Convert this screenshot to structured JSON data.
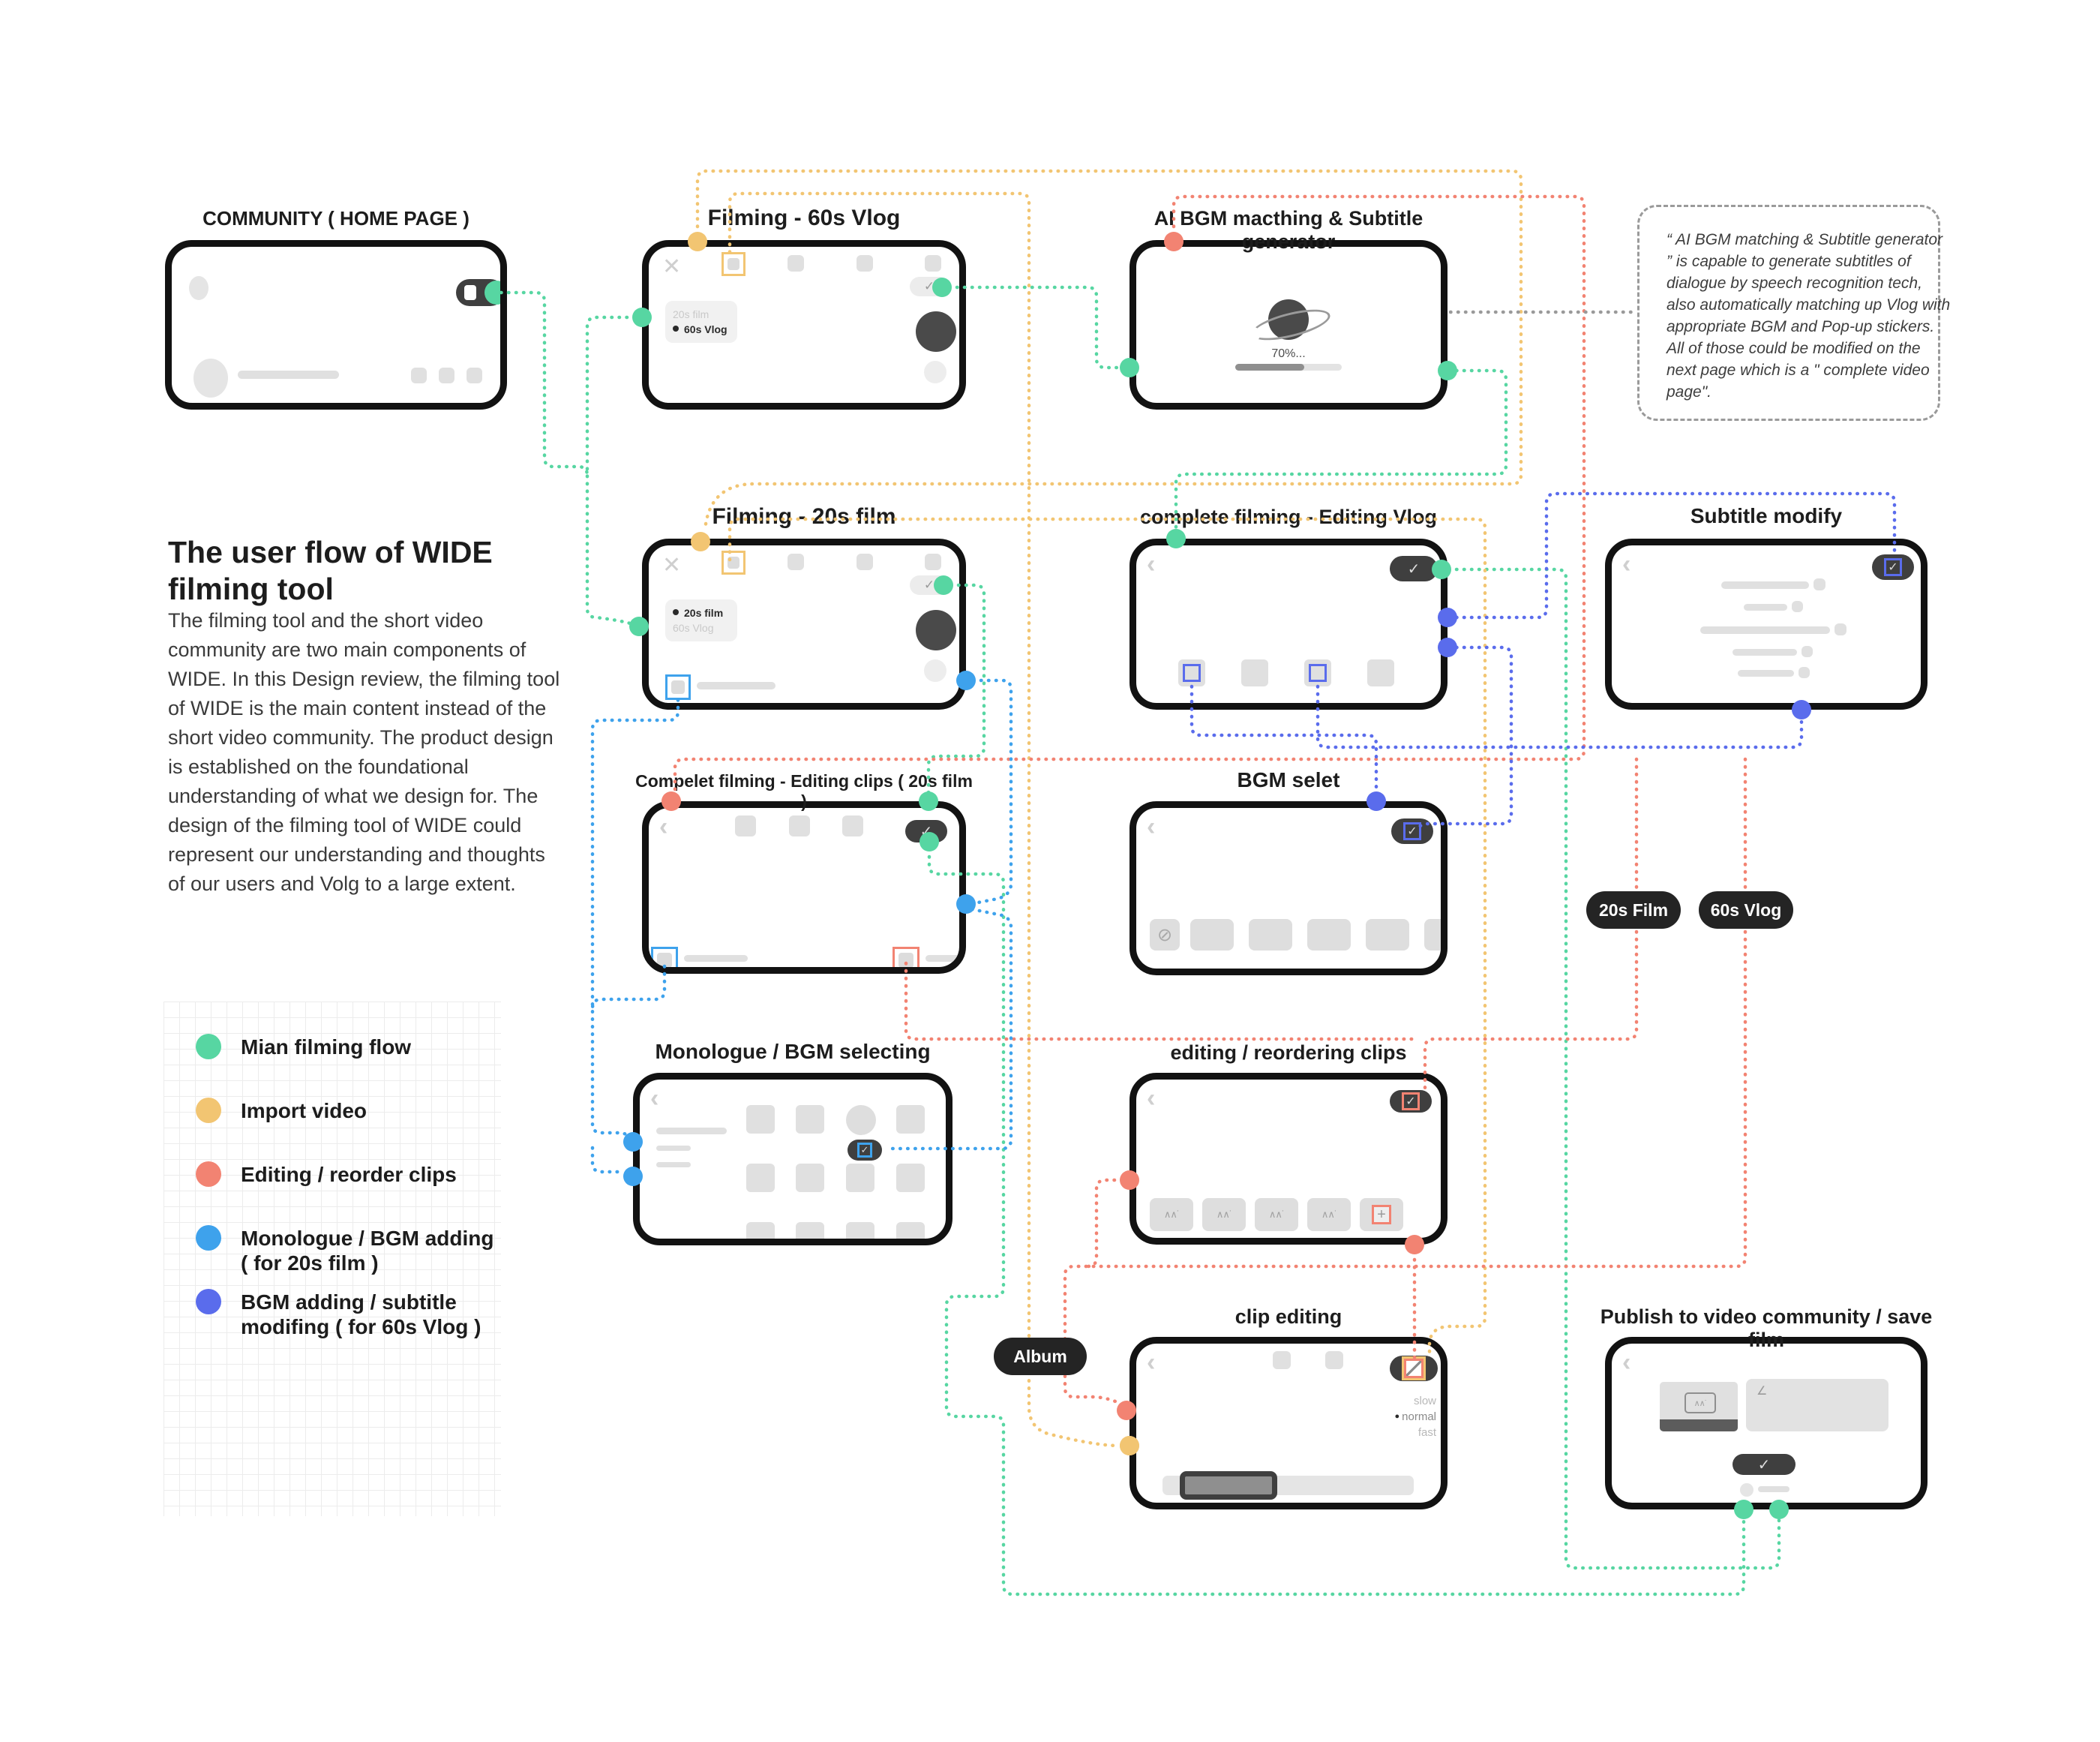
{
  "colors": {
    "main_flow_green": "#57d6a2",
    "import_yellow": "#f2c572",
    "editing_red": "#f28372",
    "monologue_blue": "#3ea2ec",
    "bgm_indigo": "#5a6cec"
  },
  "intro": {
    "heading_line1": "The user flow of WIDE",
    "heading_line2": "filming tool",
    "lines": [
      "The filming tool and the short video",
      "community are two main components of",
      "WIDE. In this Design review, the filming tool",
      "of WIDE is the main content instead of the",
      "short video community. The product design",
      "is established on the foundational",
      "understanding of what we design for. The",
      "design of the filming tool of WIDE could",
      "represent our understanding and thoughts",
      "of our users and Volg to a large extent."
    ]
  },
  "legend": {
    "items": [
      {
        "label": "Mian filming flow",
        "label2": "",
        "color": "#57d6a2"
      },
      {
        "label": "Import video",
        "label2": "",
        "color": "#f2c572"
      },
      {
        "label": "Editing / reorder clips",
        "label2": "",
        "color": "#f28372"
      },
      {
        "label": "Monologue / BGM adding",
        "label2": " ( for 20s film )",
        "color": "#3ea2ec"
      },
      {
        "label": "BGM adding / subtitle",
        "label2": "modifing ( for 60s Vlog )",
        "color": "#5a6cec"
      }
    ]
  },
  "note": {
    "lines": [
      "“ AI BGM matching & Subtitle generator",
      "” is capable to generate subtitles of",
      "dialogue by speech recognition tech,",
      "also automatically matching up Vlog with",
      "appropriate BGM and Pop-up stickers.",
      "All of those could be modified on the",
      "next page which is a \" complete video",
      "page\"."
    ]
  },
  "screens": {
    "community": {
      "title": "COMMUNITY ( HOME PAGE )"
    },
    "filming60": {
      "title": "Filming - 60s Vlog",
      "opt_top": "20s film",
      "opt_bottom": "60s Vlog"
    },
    "ai": {
      "title": "AI BGM macthing & Subtitle generator",
      "progress": "70%..."
    },
    "filming20": {
      "title": "Filming - 20s film",
      "opt_top": "20s film",
      "opt_bottom": "60s Vlog"
    },
    "editvlog": {
      "title": "complete filming - Editing Vlog"
    },
    "subtitle": {
      "title": "Subtitle modify"
    },
    "clips20": {
      "title": "Compelet filming - Editing clips ( 20s film )"
    },
    "bgmselect": {
      "title": "BGM selet"
    },
    "monologue": {
      "title": "Monologue  / BGM selecting"
    },
    "reorder": {
      "title": "editing / reordering clips"
    },
    "clipedit": {
      "title": "clip editing",
      "speed_slow": "slow",
      "speed_normal": "normal",
      "speed_fast": "fast"
    },
    "publish": {
      "title": "Publish to video community  / save film"
    }
  },
  "buttons": {
    "film20": "20s Film",
    "vlog60": "60s Vlog",
    "album": "Album"
  }
}
